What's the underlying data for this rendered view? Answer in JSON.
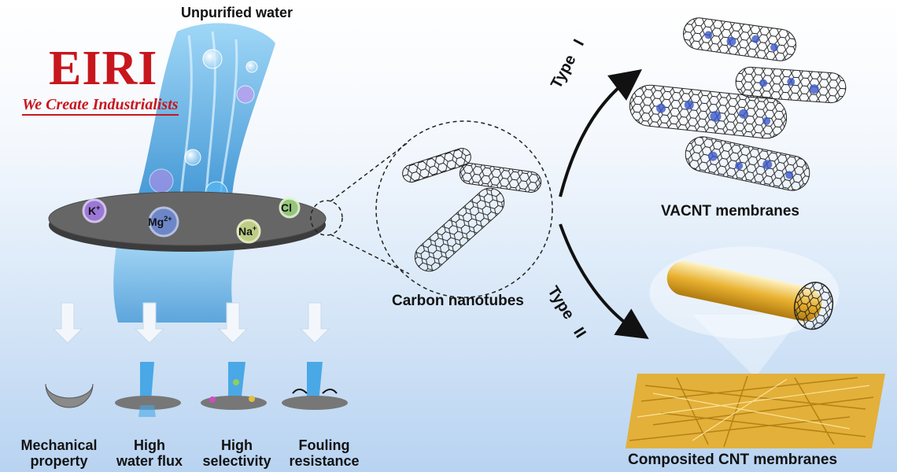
{
  "logo": {
    "mark": "EIRI",
    "tagline": "We Create Industrialists",
    "color": "#c8161d"
  },
  "source_label": "Unpurified water",
  "ions": [
    "K",
    "+",
    "Mg",
    "2+",
    "Na",
    "+",
    "Cl"
  ],
  "zoom_label": "Carbon nanotubes",
  "branches": [
    {
      "label": "Type",
      "numeral": "I",
      "result": "VACNT membranes"
    },
    {
      "label": "Type",
      "numeral": "II",
      "result": "Composited CNT membranes"
    }
  ],
  "properties": [
    {
      "icon": "half-disc-icon",
      "line1": "Mechanical",
      "line2": "property"
    },
    {
      "icon": "water-flux-icon",
      "line1": "High",
      "line2": "water flux"
    },
    {
      "icon": "selectivity-icon",
      "line1": "High",
      "line2": "selectivity"
    },
    {
      "icon": "antifouling-icon",
      "line1": "Fouling",
      "line2": "resistance"
    }
  ],
  "colors": {
    "water": "#4aa8e6",
    "membrane": "#5c5c5c",
    "cnt_gold": "#e8b130",
    "ion_blue": "#3b58c8"
  }
}
